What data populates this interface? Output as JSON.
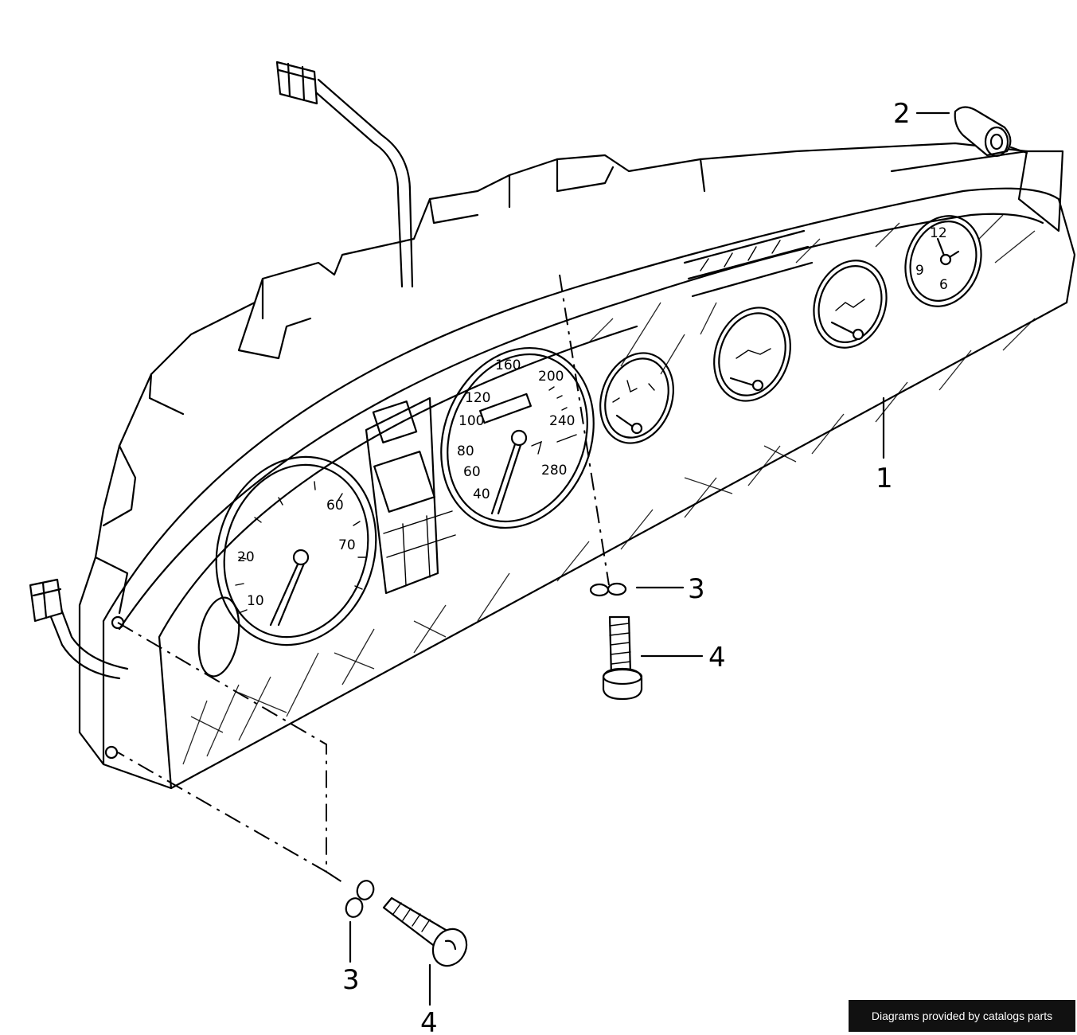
{
  "callouts": [
    {
      "label": "1"
    },
    {
      "label": "2"
    },
    {
      "label": "3"
    },
    {
      "label": "4"
    },
    {
      "label": "3"
    },
    {
      "label": "4"
    }
  ],
  "gauge_labels": {
    "tacho": [
      "10",
      "20",
      "60",
      "70"
    ],
    "speedo": [
      "40",
      "60",
      "80",
      "100",
      "120",
      "160",
      "200",
      "240",
      "280"
    ],
    "clock": [
      "12",
      "9",
      "6"
    ]
  },
  "footer": {
    "text": "Diagrams provided by catalogs parts"
  }
}
